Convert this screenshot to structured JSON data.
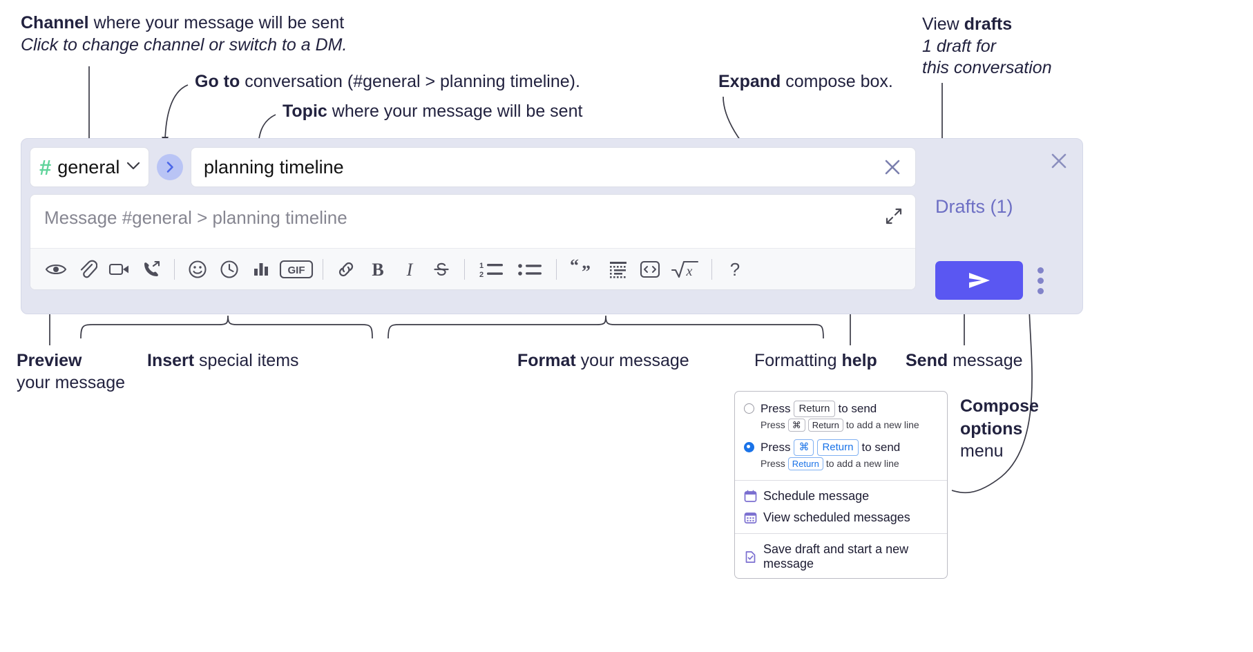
{
  "annotations": {
    "channel": {
      "bold": "Channel",
      "rest": " where your message will be sent",
      "italic": "Click to change channel or switch to a DM."
    },
    "goto": {
      "bold": "Go to",
      "rest": " conversation (#general > planning timeline)."
    },
    "topic": {
      "bold": "Topic",
      "rest": " where your message will be sent"
    },
    "expand": {
      "bold": "Expand",
      "rest": " compose box."
    },
    "drafts": {
      "plain": "View ",
      "bold": "drafts",
      "italic1": "1 draft for",
      "italic2": "this conversation"
    },
    "preview": {
      "bold": "Preview",
      "rest": "your message"
    },
    "insert": {
      "bold": "Insert",
      "rest": " special items"
    },
    "format": {
      "bold": "Format",
      "rest": " your message"
    },
    "formatting_help": {
      "plain": "Formatting ",
      "bold": "help"
    },
    "send": {
      "bold": "Send",
      "rest": " message"
    },
    "compose_options": {
      "bold1": "Compose",
      "bold2": "options",
      "rest": "menu"
    }
  },
  "compose": {
    "channel_button": {
      "hash": "#",
      "name": "general"
    },
    "topic": {
      "value": "planning timeline"
    },
    "message": {
      "placeholder": "Message #general > planning timeline",
      "value": ""
    },
    "drafts_link": "Drafts (1)",
    "toolbar": [
      {
        "name": "preview-icon",
        "label": "Preview"
      },
      {
        "name": "attachment-icon",
        "label": "Attach file"
      },
      {
        "name": "video-icon",
        "label": "Record video clip"
      },
      {
        "name": "huddle-icon",
        "label": "Start huddle"
      },
      {
        "name": "divider-1",
        "label": ""
      },
      {
        "name": "emoji-icon",
        "label": "Emoji"
      },
      {
        "name": "clock-icon",
        "label": "Reminder"
      },
      {
        "name": "poll-icon",
        "label": "Poll"
      },
      {
        "name": "gif-icon",
        "label": "GIF"
      },
      {
        "name": "divider-2",
        "label": ""
      },
      {
        "name": "link-icon",
        "label": "Link"
      },
      {
        "name": "bold-icon",
        "label": "B"
      },
      {
        "name": "italic-icon",
        "label": "I"
      },
      {
        "name": "strikethrough-icon",
        "label": "S"
      },
      {
        "name": "divider-3",
        "label": ""
      },
      {
        "name": "ordered-list-icon",
        "label": "Ordered list"
      },
      {
        "name": "bulleted-list-icon",
        "label": "Bulleted list"
      },
      {
        "name": "divider-4",
        "label": ""
      },
      {
        "name": "blockquote-icon",
        "label": "Blockquote"
      },
      {
        "name": "code-block-icon",
        "label": "Code block"
      },
      {
        "name": "inline-code-icon",
        "label": "Code"
      },
      {
        "name": "math-icon",
        "label": "Math"
      },
      {
        "name": "divider-5",
        "label": ""
      },
      {
        "name": "help-icon",
        "label": "?"
      }
    ]
  },
  "menu": {
    "options": [
      {
        "selected": false,
        "main": {
          "pre": "Press",
          "keys": [
            "Return"
          ],
          "post": "to send"
        },
        "sub": {
          "pre": "Press",
          "keys": [
            "⌘",
            "Return"
          ],
          "post": "to add a new line"
        }
      },
      {
        "selected": true,
        "main": {
          "pre": "Press",
          "keys": [
            "⌘",
            "Return"
          ],
          "post": "to send"
        },
        "sub": {
          "pre": "Press",
          "keys": [
            "Return"
          ],
          "post": "to add a new line"
        }
      }
    ],
    "items": [
      {
        "icon": "calendar-icon",
        "label": "Schedule message"
      },
      {
        "icon": "calendar-grid-icon",
        "label": "View scheduled messages"
      },
      {
        "icon": "save-draft-icon",
        "label": "Save draft and start a new message"
      }
    ]
  },
  "colors": {
    "accent_send": "#5a57f2",
    "hash_green": "#5fd39a",
    "drafts_purple": "#6d6fc4",
    "compose_bg": "#e3e5f1",
    "radio_blue": "#1a73e8",
    "menu_icon_purple": "#7b6fd0"
  }
}
